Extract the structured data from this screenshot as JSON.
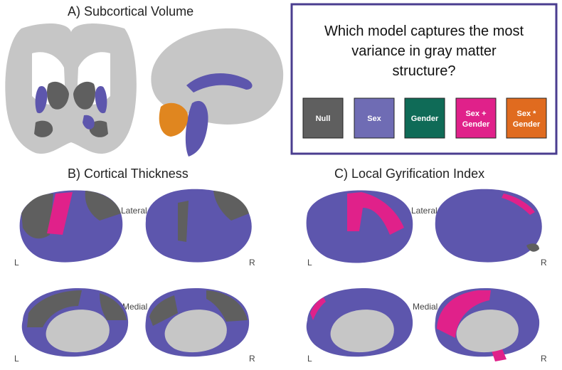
{
  "panels": {
    "a_title": "A) Subcortical Volume",
    "b_title": "B) Cortical Thickness",
    "c_title": "C) Local Gyrification Index"
  },
  "question": {
    "line1": "Which model captures the most",
    "line2": "variance in gray matter",
    "line3": "structure?"
  },
  "legend": [
    {
      "line1": "Null",
      "line2": "",
      "color": "#5f5f5f"
    },
    {
      "line1": "Sex",
      "line2": "",
      "color": "#6f6cb4"
    },
    {
      "line1": "Gender",
      "line2": "",
      "color": "#0f6b57"
    },
    {
      "line1": "Sex +",
      "line2": "Gender",
      "color": "#e0218a"
    },
    {
      "line1": "Sex *",
      "line2": "Gender",
      "color": "#e06b1f"
    }
  ],
  "views": {
    "lateral": "Lateral",
    "medial": "Medial",
    "left": "L",
    "right": "R"
  },
  "colors": {
    "null": "#5f5f5f",
    "sex": "#5d56ad",
    "sex_plus_gender": "#e0218a",
    "sex_times_gender": "#e0861f",
    "background_gray": "#c8c8c8",
    "frame": "#4a3d8f"
  }
}
